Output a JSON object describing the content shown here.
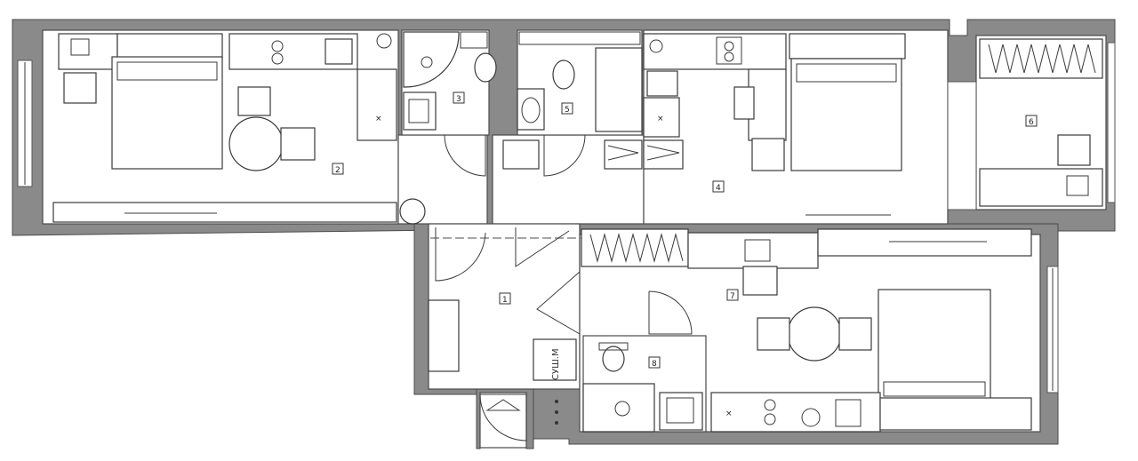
{
  "rooms": [
    {
      "number": "1"
    },
    {
      "number": "2"
    },
    {
      "number": "3"
    },
    {
      "number": "4"
    },
    {
      "number": "5"
    },
    {
      "number": "6"
    },
    {
      "number": "7"
    },
    {
      "number": "8"
    }
  ],
  "labels": {
    "dryer": "СУШ.М"
  },
  "colors": {
    "wall": "#8a8a8a",
    "line": "#3a3a3a",
    "floor": "#ffffff"
  }
}
